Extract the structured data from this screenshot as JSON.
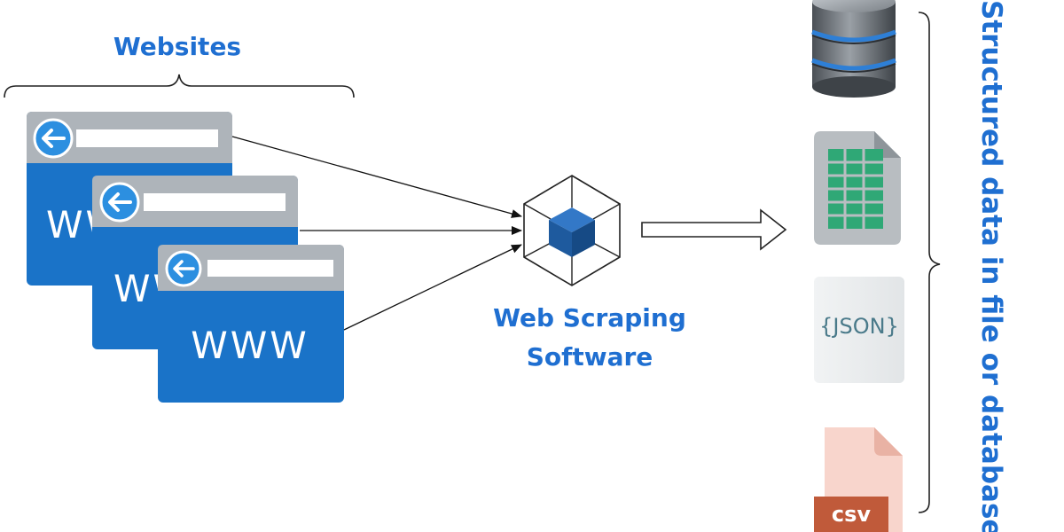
{
  "websites": {
    "label": "Websites",
    "windows": [
      {
        "text": "WWW"
      },
      {
        "text": "WWW"
      },
      {
        "text": "WWW"
      }
    ]
  },
  "software": {
    "line1": "Web Scraping",
    "line2": "Software"
  },
  "outputs": {
    "json_label": "{JSON}",
    "csv_label": "csv",
    "side_label": "Structured data in file or database"
  },
  "colors": {
    "accent": "#1f6fd1",
    "window_body": "#1a73c8",
    "window_bar": "#aeb4ba",
    "cube": "#1e5a9e",
    "spreadsheet": "#2fa876",
    "csv_badge": "#c05a3a",
    "csv_page": "#f8d5cc"
  }
}
